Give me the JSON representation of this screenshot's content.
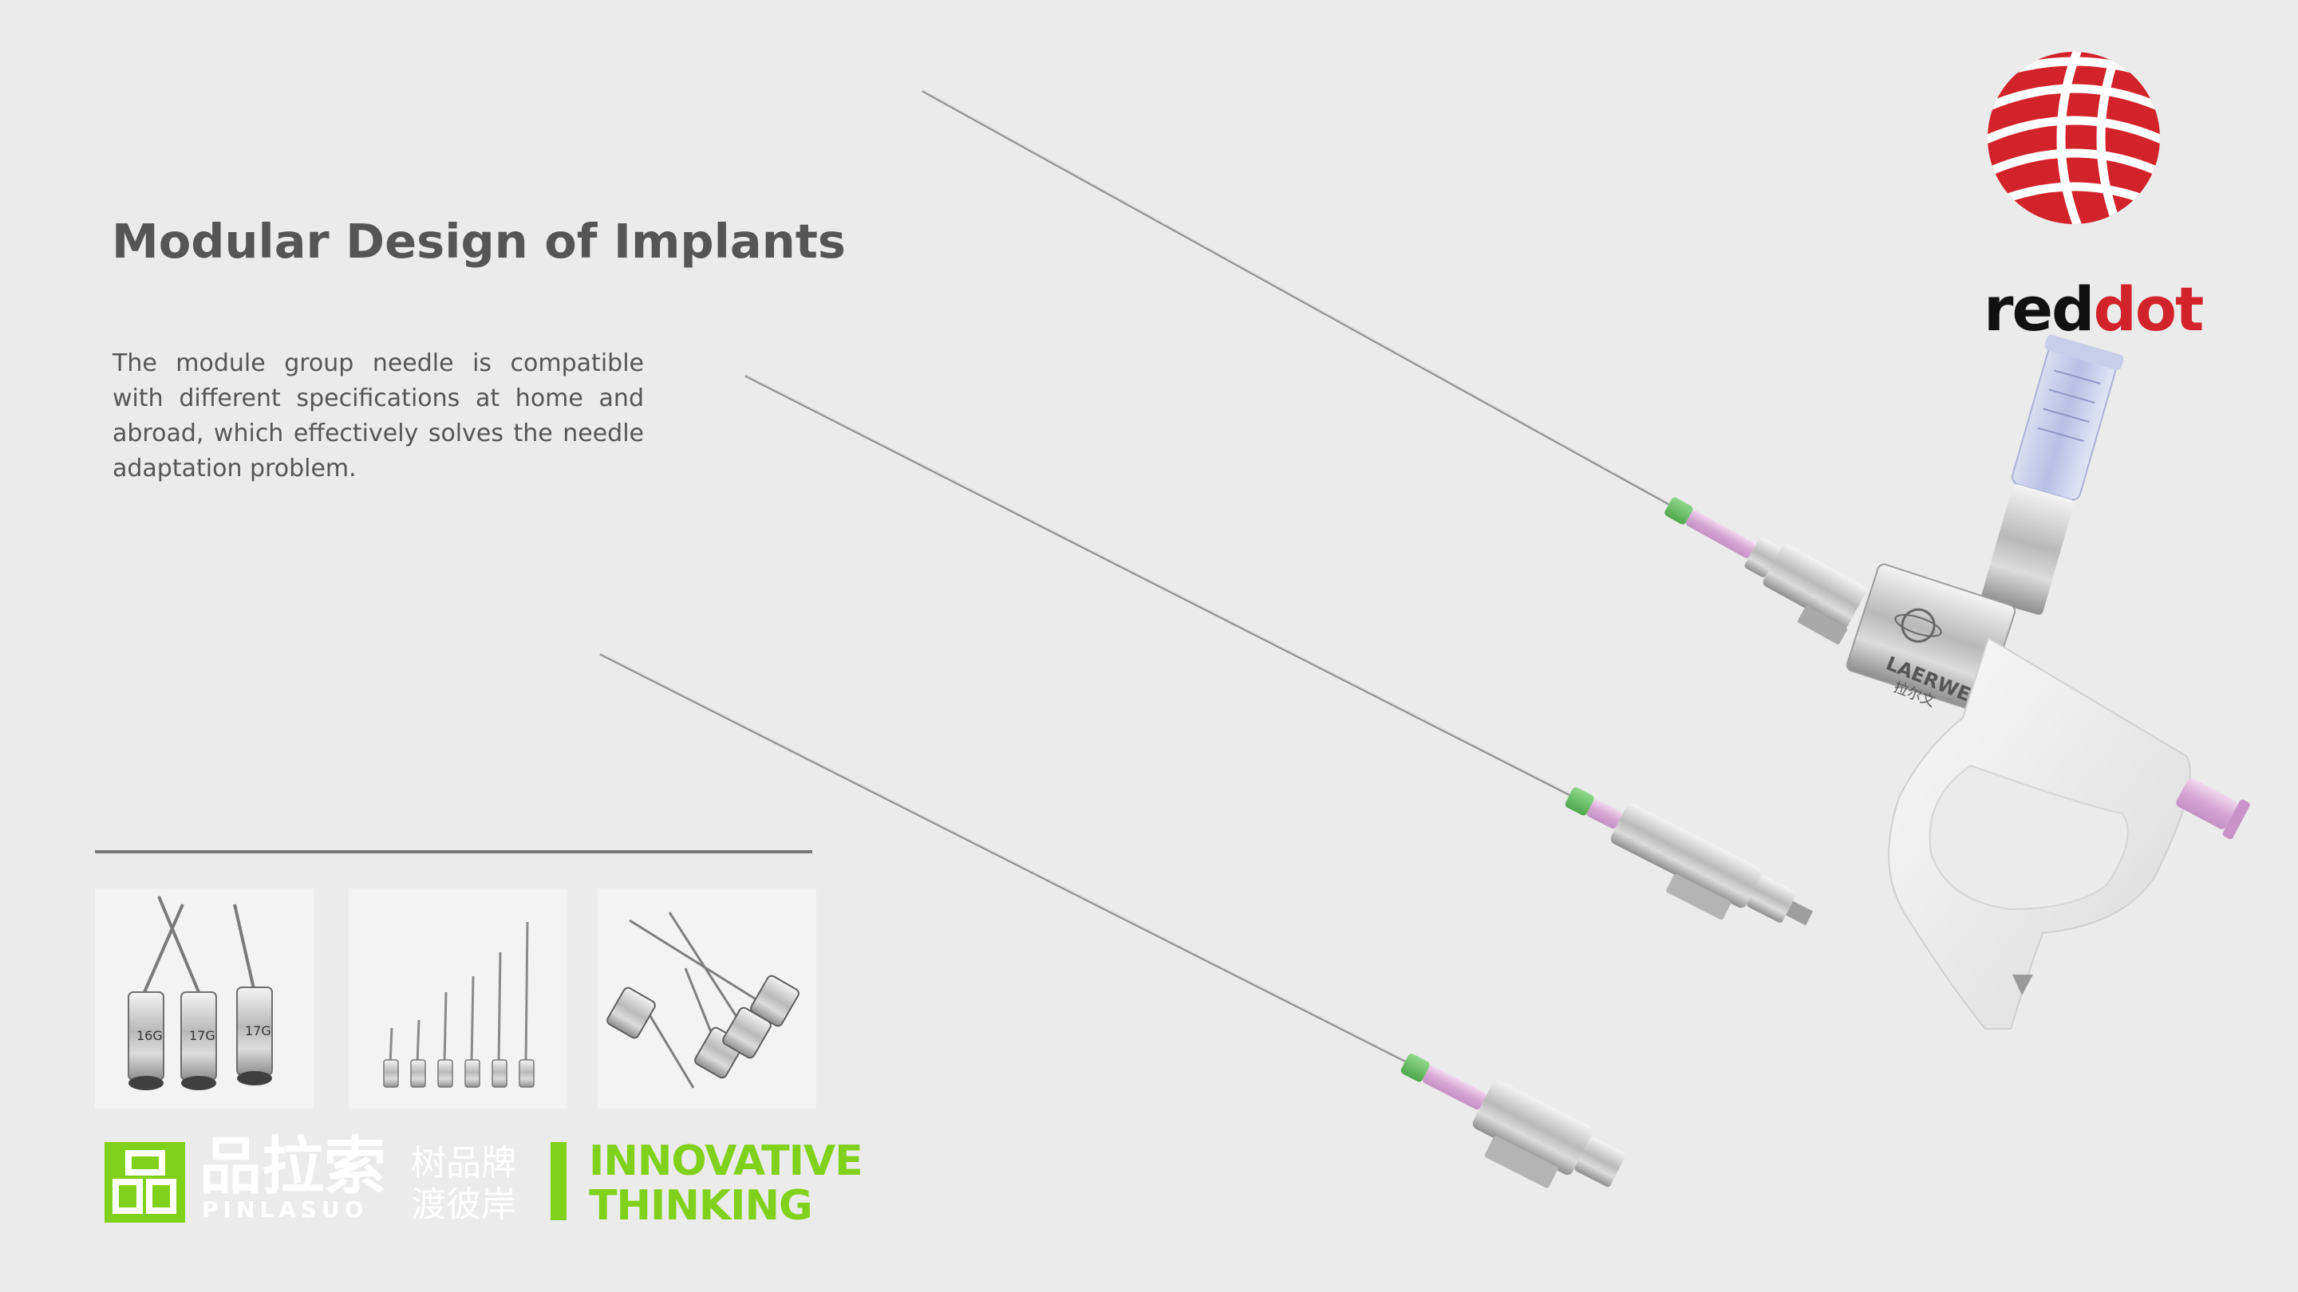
{
  "header": {
    "title": "Modular Design of Implants",
    "description": "The module  group needle  is compatible with different  specifications  at home and  abroad, which effectively solves the needle adaptation problem."
  },
  "award": {
    "logo_icon": "reddot-sphere-icon",
    "word_part1": "red",
    "word_part2": "dot",
    "colors": {
      "red": "#d3232a",
      "dark": "#111111"
    }
  },
  "device": {
    "brand_name": "LAERWEN",
    "brand_cn": "拉尔文"
  },
  "gallery": [
    {
      "name": "needle-hubs-closeup",
      "labels": [
        "16G",
        "17G",
        "17G"
      ]
    },
    {
      "name": "needle-size-range"
    },
    {
      "name": "needle-cluster"
    }
  ],
  "brand": {
    "mark_icon": "pinlasuo-square-logo-icon",
    "name_cn": "品拉索",
    "name_en": "PINLASUO",
    "slogan": "树品牌渡彼岸",
    "tagline_line1": "INNOVATIVE",
    "tagline_line2": "THINKING",
    "accent_color": "#7fd11b"
  }
}
